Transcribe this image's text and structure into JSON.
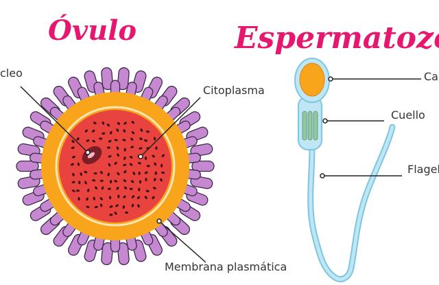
{
  "titles": {
    "ovum": "Óvulo",
    "sperm": "Espermatozoide"
  },
  "ovum_labels": {
    "nucleus": "cleo",
    "cytoplasm": "Citoplasma",
    "membrane": "Membrana plasmática"
  },
  "sperm_labels": {
    "head": "Ca",
    "neck": "Cuello",
    "flagellum": "Flagel"
  },
  "colors": {
    "title": "#e6176f",
    "corona_fill": "#c689d1",
    "corona_stroke": "#3b2a45",
    "zona": "#f9a51c",
    "zona_inner_ring": "#fbe6b5",
    "cytoplasm": "#e8433f",
    "cytoplasm_dots": "#3b1016",
    "nucleus": "#7a1f2a",
    "sperm_body": "#bfe6f4",
    "sperm_outline": "#7cc6e0",
    "sperm_head": "#f9a51c",
    "neck_fill": "#8fc8a3",
    "leader": "#222222"
  }
}
